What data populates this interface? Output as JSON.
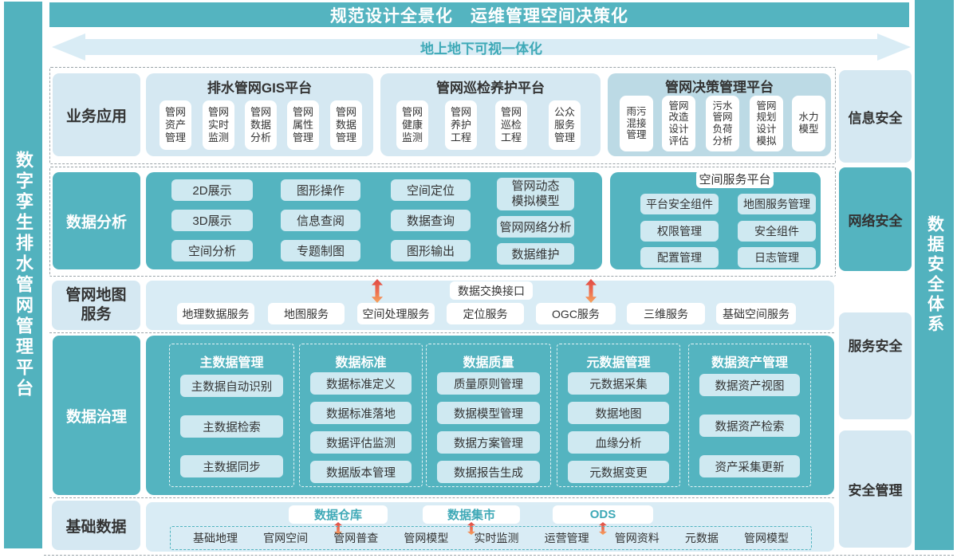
{
  "left_bar": {
    "title": "数字孪生排水管网管理平台"
  },
  "right_bar": {
    "title": "数据安全体系"
  },
  "banner": {
    "title": "规范设计全景化　运维管理空间决策化"
  },
  "arrow_band": {
    "label": "地上地下可视一体化"
  },
  "rows": {
    "business": {
      "label": "业务应用",
      "groups": [
        {
          "title": "排水管网GIS平台",
          "items": [
            "管网\n资产\n管理",
            "管网\n实时\n监测",
            "管网\n数据\n分析",
            "管网\n属性\n管理",
            "管网\n数据\n管理"
          ]
        },
        {
          "title": "管网巡检养护平台",
          "items": [
            "管网\n健康\n监测",
            "管网\n养护\n工程",
            "管网\n巡检\n工程",
            "公众\n服务\n管理"
          ]
        },
        {
          "title": "管网决策管理平台",
          "items": [
            "雨污\n混接\n管理",
            "管网\n改造\n设计\n评估",
            "污水\n管网\n负荷\n分析",
            "管网\n规划\n设计\n模拟",
            "水力\n模型"
          ]
        }
      ]
    },
    "analysis": {
      "label": "数据分析",
      "columns": [
        [
          "2D展示",
          "3D展示",
          "空间分析"
        ],
        [
          "图形操作",
          "信息查阅",
          "专题制图"
        ],
        [
          "空间定位",
          "数据查询",
          "图形输出"
        ],
        [
          "管网动态\n模拟模型",
          "管网网络分析",
          "数据维护"
        ]
      ],
      "platform": {
        "title": "空间服务平台",
        "items": [
          "平台安全组件",
          "地图服务管理",
          "权限管理",
          "安全组件",
          "配置管理",
          "日志管理"
        ]
      }
    },
    "map_service": {
      "label": "管网地图\n服务",
      "interface_label": "数据交换接口",
      "services": [
        "地理数据服务",
        "地图服务",
        "空间处理服务",
        "定位服务",
        "OGC服务",
        "三维服务",
        "基础空间服务"
      ]
    },
    "governance": {
      "label": "数据治理",
      "columns": [
        {
          "title": "主数据管理",
          "items": [
            "主数据自动识别",
            "主数据检索",
            "主数据同步"
          ]
        },
        {
          "title": "数据标准",
          "items": [
            "数据标准定义",
            "数据标准落地",
            "数据评估监测",
            "数据版本管理"
          ]
        },
        {
          "title": "数据质量",
          "items": [
            "质量原则管理",
            "数据模型管理",
            "数据方案管理",
            "数据报告生成"
          ]
        },
        {
          "title": "元数据管理",
          "items": [
            "元数据采集",
            "数据地图",
            "血缘分析",
            "元数据变更"
          ]
        },
        {
          "title": "数据资产管理",
          "items": [
            "数据资产视图",
            "数据资产检索",
            "资产采集更新"
          ]
        }
      ]
    },
    "base_data": {
      "label": "基础数据",
      "warehouses": [
        "数据仓库",
        "数据集市",
        "ODS"
      ],
      "sources": [
        "基础地理",
        "官网空间",
        "管网普查",
        "管网模型",
        "实时监测",
        "运营管理",
        "管网资料",
        "元数据",
        "管网模型"
      ]
    }
  },
  "security": {
    "items": [
      "信息安全",
      "网络安全",
      "服务安全",
      "安全管理"
    ]
  },
  "colors": {
    "teal": "#54b4c0",
    "light_blue": "#d5e8f2",
    "pale_band": "#d9ecf5",
    "group3_bg": "#bcdae5",
    "item_on_teal": "#cfe9f1",
    "teal_text": "#3fa9b7",
    "arrow_red": "#e04a45",
    "arrow_orange": "#f6a55e"
  }
}
